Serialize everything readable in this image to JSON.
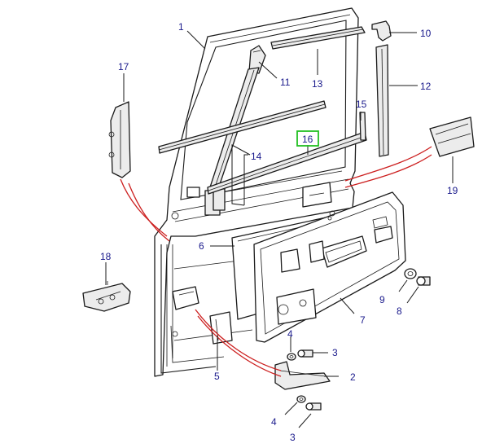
{
  "callouts": [
    {
      "id": "1",
      "text": "1"
    },
    {
      "id": "2",
      "text": "2"
    },
    {
      "id": "3a",
      "text": "3"
    },
    {
      "id": "3b",
      "text": "3"
    },
    {
      "id": "4a",
      "text": "4"
    },
    {
      "id": "4b",
      "text": "4"
    },
    {
      "id": "5",
      "text": "5"
    },
    {
      "id": "6",
      "text": "6"
    },
    {
      "id": "7",
      "text": "7"
    },
    {
      "id": "8",
      "text": "8"
    },
    {
      "id": "9",
      "text": "9"
    },
    {
      "id": "10",
      "text": "10"
    },
    {
      "id": "11",
      "text": "11"
    },
    {
      "id": "12",
      "text": "12"
    },
    {
      "id": "13",
      "text": "13"
    },
    {
      "id": "14",
      "text": "14"
    },
    {
      "id": "15",
      "text": "15"
    },
    {
      "id": "16",
      "text": "16"
    },
    {
      "id": "17",
      "text": "17"
    },
    {
      "id": "18",
      "text": "18"
    },
    {
      "id": "19",
      "text": "19"
    }
  ],
  "highlighted_callout": "16",
  "colors": {
    "callout_text": "#1a1a8c",
    "highlight_box": "#22c022",
    "connector_lines": "#cc1f1f",
    "part_outline": "#1a1a1a"
  }
}
